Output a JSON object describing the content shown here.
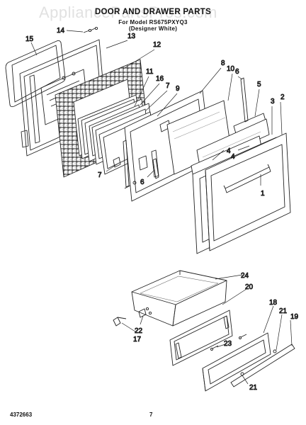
{
  "header": {
    "title": "DOOR AND DRAWER PARTS",
    "model_line": "For Model RS675PXYQ3",
    "variant_line": "(Designer White)"
  },
  "watermark": "AppliancePartsPros.com",
  "callouts": [
    "1",
    "2",
    "3",
    "4",
    "4",
    "5",
    "6",
    "6",
    "7",
    "7",
    "8",
    "9",
    "10",
    "11",
    "12",
    "13",
    "14",
    "15",
    "16",
    "17",
    "18",
    "19",
    "20",
    "21",
    "21",
    "22",
    "23",
    "24"
  ],
  "footer": {
    "doc_number": "4372663",
    "page_number": "7"
  }
}
